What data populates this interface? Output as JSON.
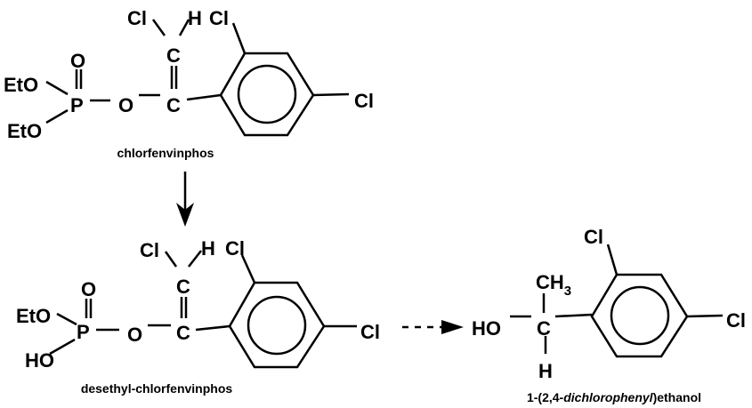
{
  "compounds": [
    {
      "name": "chlorfenvinphos",
      "atoms": {
        "cl_vinyl": "Cl",
        "h_vinyl": "H",
        "cl_ortho": "Cl",
        "c_top": "C",
        "c_mid": "C",
        "o_double": "O",
        "eto1": "EtO",
        "eto2": "EtO",
        "p": "P",
        "o_ester": "O",
        "cl_para": "Cl"
      }
    },
    {
      "name": "desethyl-chlorfenvinphos",
      "atoms": {
        "cl_vinyl": "Cl",
        "h_vinyl": "H",
        "cl_ortho": "Cl",
        "c_top": "C",
        "c_mid": "C",
        "o_double": "O",
        "eto": "EtO",
        "ho": "HO",
        "p": "P",
        "o_ester": "O",
        "cl_para": "Cl"
      }
    },
    {
      "name": "1-(2,4-dichlorophenyl)ethanol",
      "name_prefix": "1-(2,4-",
      "name_italic": "dichlorophenyl",
      "name_suffix": ")ethanol",
      "atoms": {
        "ho": "HO",
        "c": "C",
        "ch": "CH",
        "ch_sub": "3",
        "h": "H",
        "cl_ortho": "Cl",
        "cl_para": "Cl"
      }
    }
  ],
  "arrows": [
    {
      "from": "chlorfenvinphos",
      "to": "desethyl-chlorfenvinphos",
      "style": "solid"
    },
    {
      "from": "desethyl-chlorfenvinphos",
      "to": "1-(2,4-dichlorophenyl)ethanol",
      "style": "dashed"
    }
  ]
}
